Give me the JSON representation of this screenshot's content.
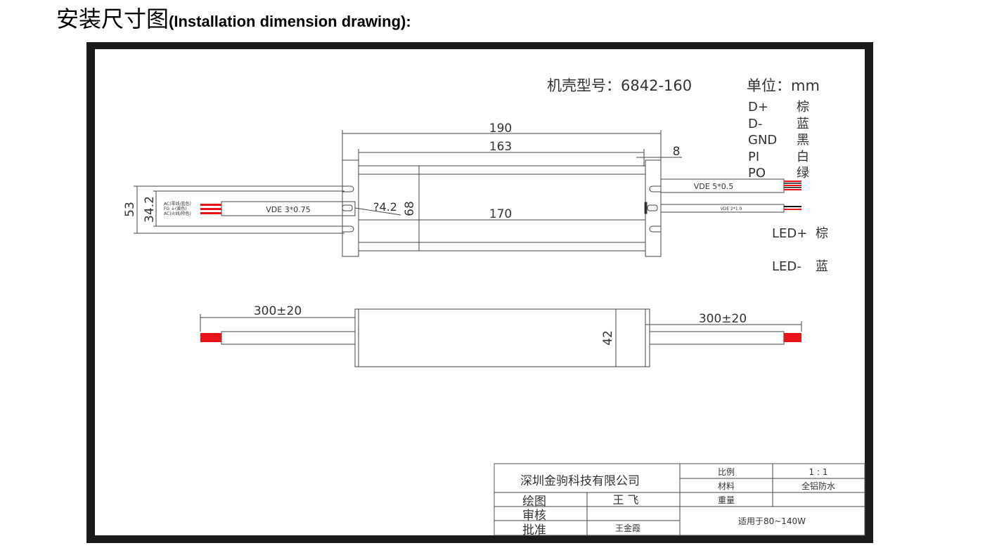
{
  "title": {
    "cn": "安装尺寸图",
    "en": "(Installation dimension drawing):"
  },
  "header": {
    "model": "机壳型号：6842-160",
    "unit": "单位：mm"
  },
  "pin_legend": [
    {
      "pin": "D+",
      "color": "棕"
    },
    {
      "pin": "D-",
      "color": "蓝"
    },
    {
      "pin": "GND",
      "color": "黑"
    },
    {
      "pin": "PI",
      "color": "白"
    },
    {
      "pin": "PO",
      "color": "绿"
    }
  ],
  "led_legend": [
    {
      "pin": "LED+",
      "color": "棕"
    },
    {
      "pin": "LED-",
      "color": "蓝"
    }
  ],
  "top_view": {
    "dim_overall": "190",
    "dim_body": "163",
    "dim_end": "8",
    "dim_height": "68",
    "dim_mount": "170",
    "dim_hole": "?4.2",
    "dim_width": "53",
    "dim_hole_spacing": "34.2",
    "input_cable": "VDE 3*0.75",
    "dim_cable_ctrl": "VDE 5*0.5",
    "output_cable": "VDE 2*1.0",
    "input_labels": [
      "AC(零线/蓝色)",
      "FG ⏚(黄色)",
      "AC(火线/棕色)"
    ]
  },
  "side_view": {
    "dim_left_cable": "300±20",
    "dim_right_cable": "300±20",
    "dim_thickness": "42"
  },
  "title_block": {
    "company": "深圳金驹科技有限公司",
    "scale_label": "比例",
    "scale_value": "1 : 1",
    "material_label": "材料",
    "material_value": "全铝防水",
    "weight_label": "重量",
    "weight_value": "",
    "drawn_label": "绘图",
    "drawn_value": "王 飞",
    "checked_label": "审核",
    "checked_value": "",
    "approved_label": "批准",
    "approved_value": "王金霞",
    "note": "适用于80~140W"
  },
  "colors": {
    "wire_red": "#e8141a",
    "line": "#444444",
    "frame": "#1a1a1a"
  }
}
